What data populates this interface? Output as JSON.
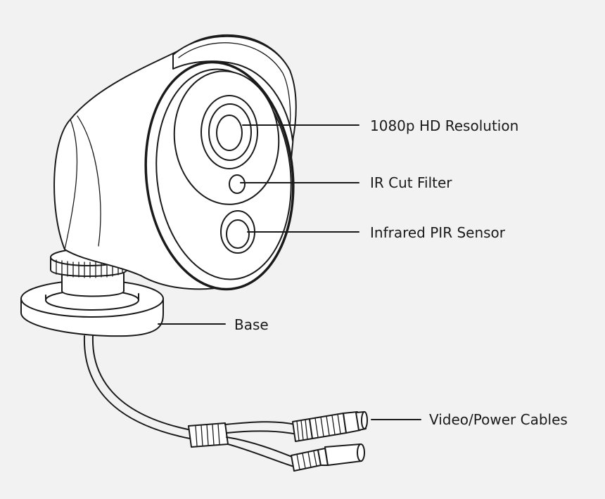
{
  "labels": {
    "resolution": "1080p HD Resolution",
    "ir_cut": "IR Cut Filter",
    "pir": "Infrared PIR Sensor",
    "base": "Base",
    "cables": "Video/Power Cables"
  },
  "colors": {
    "background": "#f2f2f2",
    "line": "#1a1a1a",
    "body": "#ffffff"
  }
}
